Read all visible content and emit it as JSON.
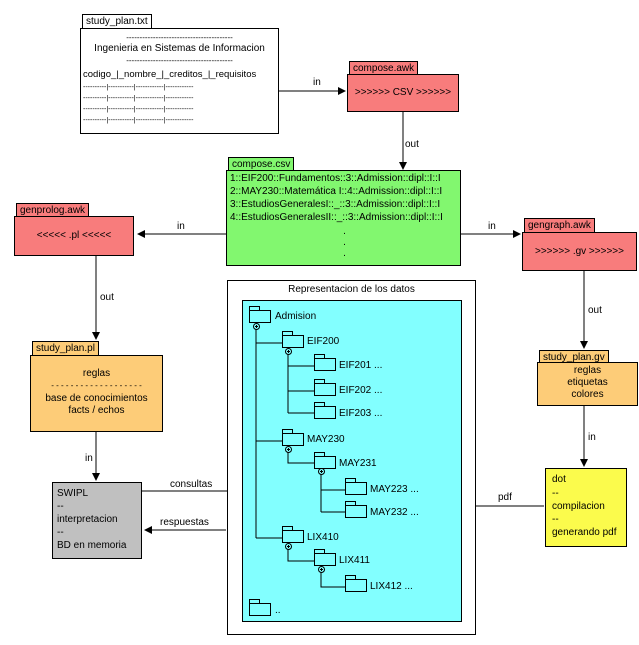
{
  "study_plan_txt": {
    "tab": "study_plan.txt",
    "lines": [
      "----------------------------------------",
      "Ingenieria en Sistemas de Informacion",
      "----------------------------------------",
      "codigo_|_nombre_|_creditos_|_requisitos"
    ],
    "rows": [
      [
        "----------",
        "-----------",
        "------------",
        "------------"
      ],
      [
        "----------",
        "-----------",
        "------------",
        "------------"
      ],
      [
        "----------",
        "-----------",
        "------------",
        "------------"
      ],
      [
        "----------",
        "-----------",
        "------------",
        "------------"
      ]
    ]
  },
  "compose_awk": {
    "tab": "compose.awk",
    "text": ">>>>>> CSV >>>>>>"
  },
  "compose_csv": {
    "tab": "compose.csv",
    "lines": [
      "1::EIF200::Fundamentos::3::Admission::dipl::I::I",
      "2::MAY230::Matemática I::4::Admission::dipl::I::I",
      "3::EstudiosGeneralesI::_::3::Admission::dipl::I::I",
      "4::EstudiosGeneralesII::_::3::Admission::dipl::I::I",
      ".",
      ".",
      "."
    ]
  },
  "genprolog_awk": {
    "tab": "genprolog.awk",
    "text": "<<<<< .pl <<<<<"
  },
  "gengraph_awk": {
    "tab": "gengraph.awk",
    "text": ">>>>>> .gv >>>>>>"
  },
  "study_plan_pl": {
    "tab": "study_plan.pl",
    "line1": "reglas",
    "line2": "- - - - - - - - - - - - - - - - - - -",
    "line3": "base de conocimientos",
    "line4": "facts / echos"
  },
  "study_plan_gv": {
    "tab": "study_plan.gv",
    "lines": [
      "reglas",
      "etiquetas",
      "colores"
    ]
  },
  "swipl": {
    "lines": [
      "SWIPL",
      "--",
      "interpretacion",
      "--",
      "BD en memoria"
    ]
  },
  "dot": {
    "lines": [
      "dot",
      "--",
      "compilacion",
      "--",
      "generando pdf"
    ]
  },
  "representation": {
    "title": "Representacion de los datos",
    "nodes": {
      "admision": "Admision",
      "eif200": "EIF200",
      "eif201": "EIF201 ...",
      "eif202": "EIF202 ...",
      "eif203": "EIF203 ...",
      "may230": "MAY230",
      "may231": "MAY231",
      "may223": "MAY223 ...",
      "may232": "MAY232 ...",
      "lix410": "LIX410",
      "lix411": "LIX411",
      "lix412": "LIX412 ...",
      "more": ".."
    }
  },
  "edges": {
    "in1": "in",
    "out1": "out",
    "in2": "in",
    "in3": "in",
    "out2": "out",
    "out3": "out",
    "in4": "in",
    "in5": "in",
    "consultas": "consultas",
    "respuestas": "respuestas",
    "pdf": "pdf"
  }
}
